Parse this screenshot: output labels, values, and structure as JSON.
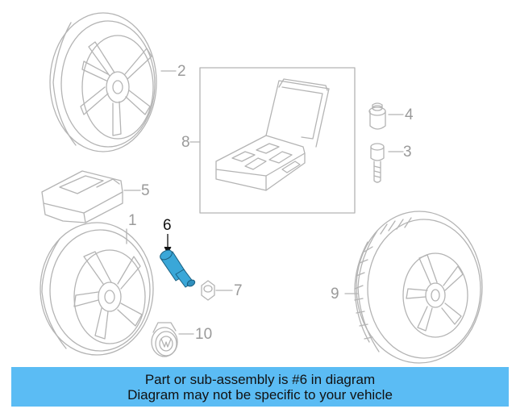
{
  "diagram": {
    "callouts": [
      "1",
      "2",
      "3",
      "4",
      "5",
      "6",
      "7",
      "8",
      "9",
      "10"
    ],
    "highlight_color": "#3aa7d8",
    "line_color": "#b4b4b4"
  },
  "banner": {
    "line1": "Part or sub-assembly is #6 in diagram",
    "line2": "Diagram may not be specific to your vehicle",
    "background": "#5bbcf4"
  }
}
